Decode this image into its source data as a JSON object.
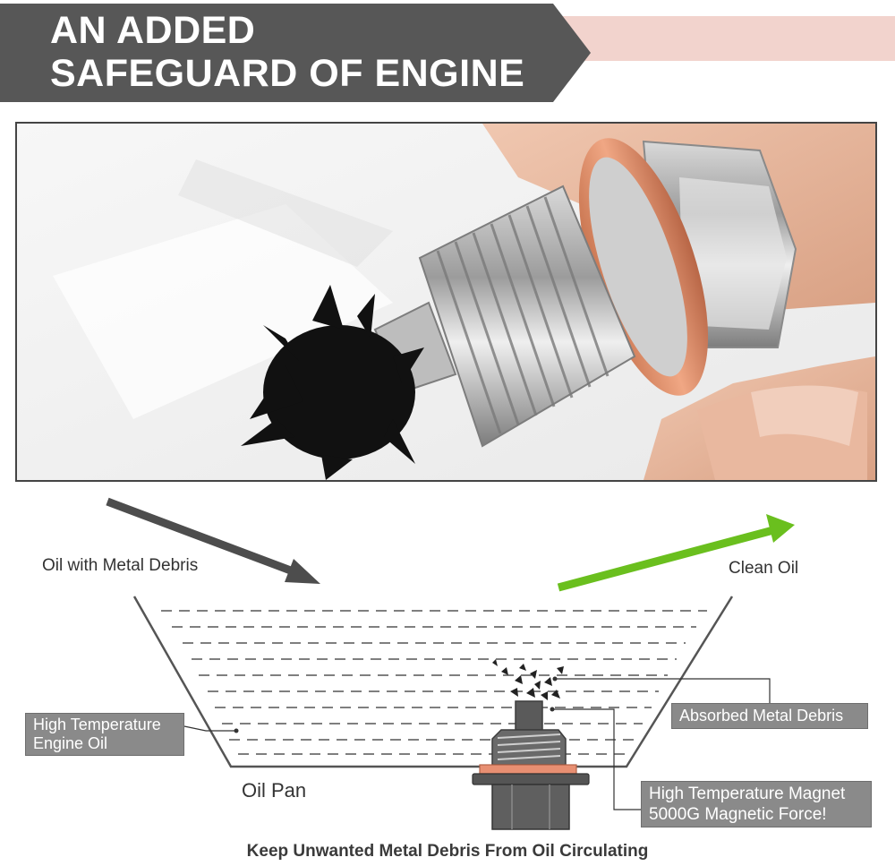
{
  "banner": {
    "line1": "AN ADDED",
    "line2": "SAFEGUARD OF ENGINE"
  },
  "colors": {
    "banner_dark": "#575757",
    "banner_pink": "#f2d3cd",
    "arrow_dark": "#4d4d4d",
    "arrow_green": "#6abf1e",
    "callout_bg": "#8a8a8a",
    "gasket": "#e88f72"
  },
  "diagram": {
    "left_label": "Oil with Metal Debris",
    "right_label": "Clean Oil",
    "pan_label": "Oil Pan",
    "callout_engine_oil": [
      "High Temperature",
      "Engine Oil"
    ],
    "callout_debris": "Absorbed Metal Debris",
    "callout_magnet": [
      "High Temperature Magnet",
      "5000G Magnetic Force!"
    ]
  },
  "footer": "Keep Unwanted Metal Debris From Oil Circulating"
}
